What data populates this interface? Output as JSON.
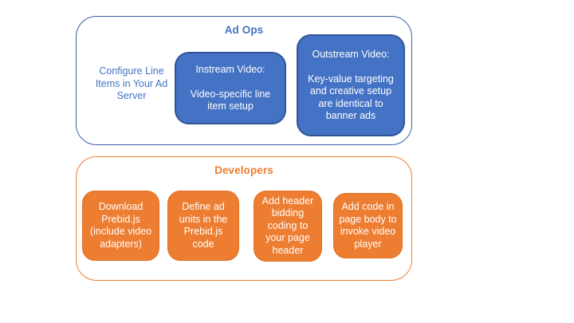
{
  "colors": {
    "blue_fill": "#4472C4",
    "blue_box_border": "#2F5597",
    "blue_container_border": "#3A5CA8",
    "blue_text": "#4472C4",
    "orange_fill": "#ED7D31",
    "orange_box_border": "#E06E22"
  },
  "ad_ops": {
    "title": "Ad Ops",
    "side_note": "Configure Line\nItems in Your Ad\nServer",
    "boxes": [
      {
        "text": "Instream Video:\n\nVideo-specific line\nitem setup"
      },
      {
        "text": "Outstream Video:\n\nKey-value targeting\nand creative setup\nare identical to\nbanner ads"
      }
    ]
  },
  "developers": {
    "title": "Developers",
    "boxes": [
      {
        "text": "Download\nPrebid.js\n(include video\nadapters)"
      },
      {
        "text": "Define ad\nunits in the\nPrebid.js\ncode"
      },
      {
        "text": "Add header\nbidding\ncoding to\nyour page\nheader"
      },
      {
        "text": "Add code in\npage body to\ninvoke video\nplayer"
      }
    ]
  }
}
